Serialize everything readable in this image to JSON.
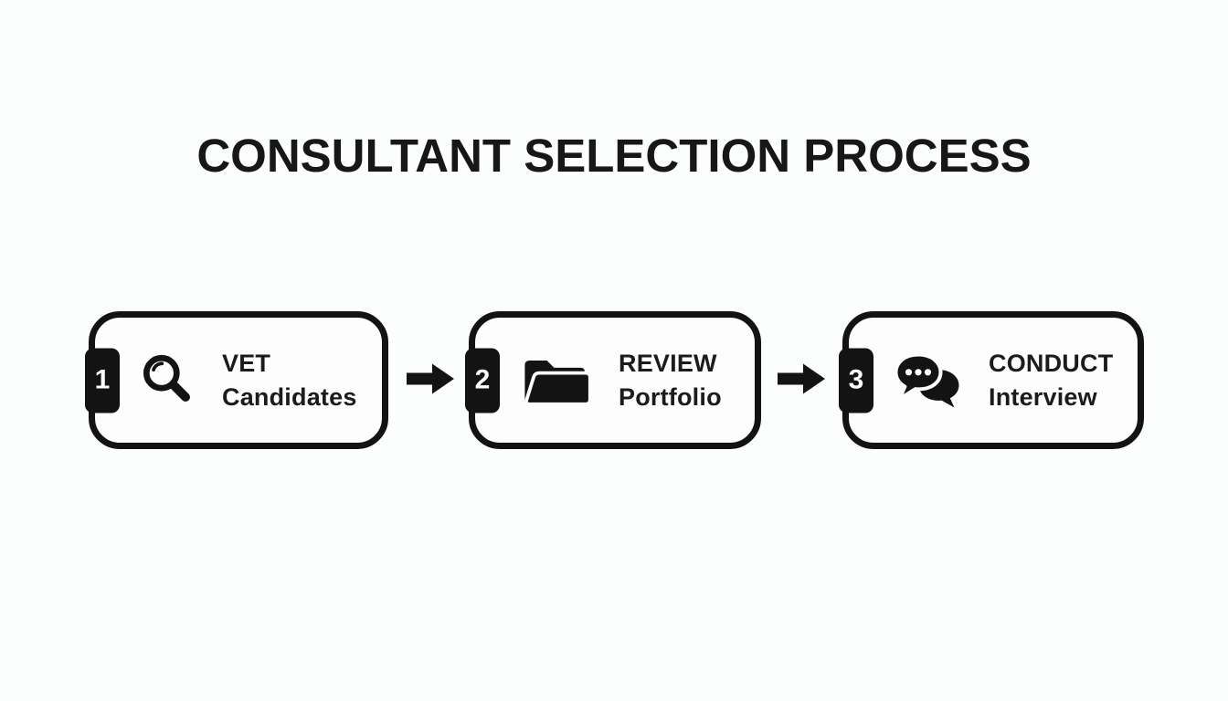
{
  "title": "CONSULTANT SELECTION PROCESS",
  "colors": {
    "background": "#fcfdfd",
    "ink": "#131313",
    "number_text": "#ffffff"
  },
  "steps": [
    {
      "number": "1",
      "icon": "magnifier-icon",
      "line1": "VET",
      "line2": "Candidates"
    },
    {
      "number": "2",
      "icon": "open-folder-icon",
      "line1": "REVIEW",
      "line2": "Portfolio"
    },
    {
      "number": "3",
      "icon": "chat-bubbles-icon",
      "line1": "CONDUCT",
      "line2": "Interview"
    }
  ],
  "connectors": [
    {
      "type": "arrow-right"
    },
    {
      "type": "arrow-right"
    }
  ]
}
